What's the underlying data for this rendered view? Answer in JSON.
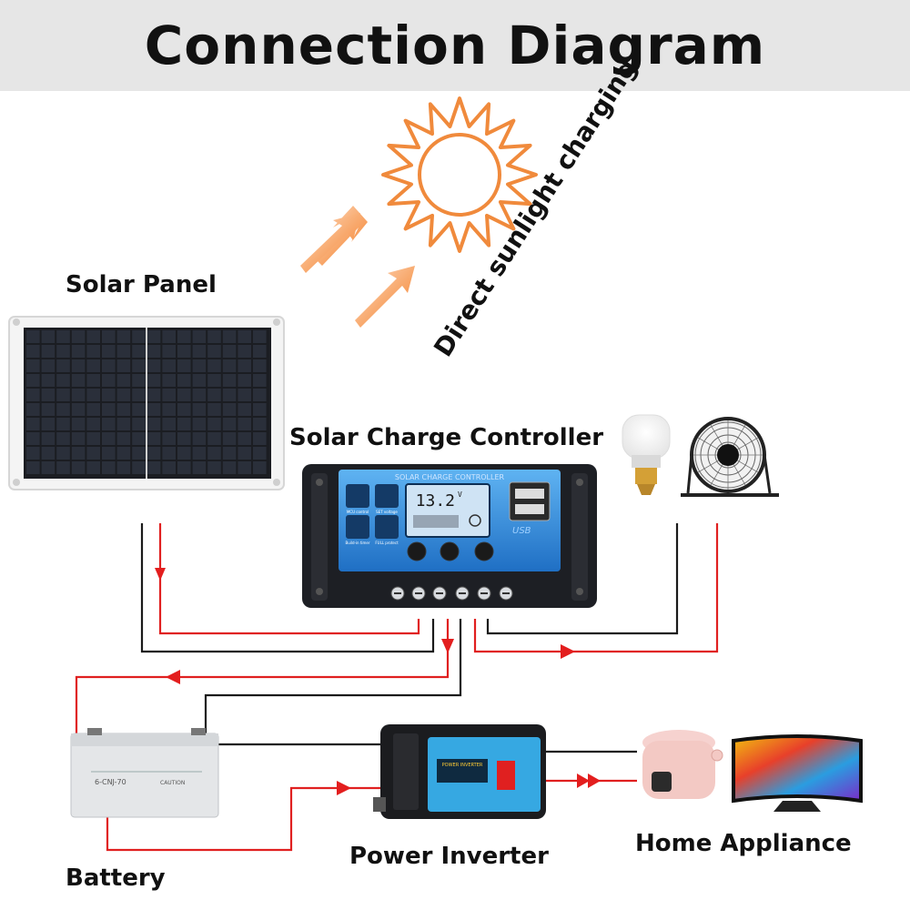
{
  "title": "Connection Diagram",
  "sunlight_label": "Direct sunlight charging",
  "components": {
    "solar_panel": "Solar Panel",
    "controller": "Solar Charge Controller",
    "battery": "Battery",
    "inverter": "Power Inverter",
    "appliance": "Home Appliance"
  },
  "controller_face": {
    "header": "SOLAR CHARGE CONTROLLER",
    "lcd_value": "13.2",
    "lcd_unit": "V",
    "usb_label": "USB",
    "keys": [
      "MCU control",
      "SET voltage",
      "Build-in timer",
      "FULL protect"
    ]
  },
  "battery_face": {
    "model": "6-CNJ-70",
    "caution": "CAUTION"
  },
  "inverter_face": {
    "brand": "POWER INVERTER"
  },
  "colors": {
    "positive_wire": "#e02020",
    "negative_wire": "#1a1a1a",
    "arrow_red": "#e31e1e",
    "sun_orange": "#f08a3c",
    "sunbeam_arrow": "#f47a20",
    "controller_blue": "#2f8fe0",
    "inverter_blue": "#3aaee8"
  }
}
